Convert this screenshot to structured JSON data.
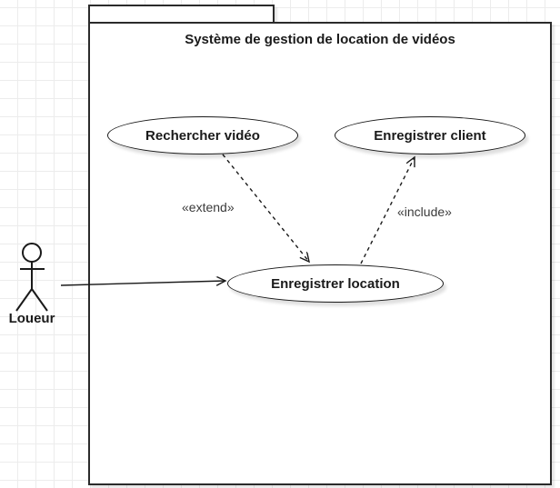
{
  "system": {
    "title": "Système de gestion de location de vidéos"
  },
  "actor": {
    "label": "Loueur"
  },
  "use_cases": [
    {
      "label": "Rechercher vidéo"
    },
    {
      "label": "Enregistrer client"
    },
    {
      "label": "Enregistrer location"
    }
  ],
  "relationships": [
    {
      "type": "extend",
      "label": "«extend»",
      "from": "Rechercher vidéo",
      "to": "Enregistrer location",
      "line": "dashed"
    },
    {
      "type": "include",
      "label": "«include»",
      "from": "Enregistrer location",
      "to": "Enregistrer client",
      "line": "dashed"
    },
    {
      "type": "association",
      "label": "",
      "from": "Loueur",
      "to": "Enregistrer location",
      "line": "solid"
    }
  ],
  "colors": {
    "stroke": "#1a1a1a",
    "boundary_stroke": "#2b2b2b",
    "grid": "#ececec",
    "background": "#ffffff",
    "stereotype_text": "#3a3a3a"
  }
}
